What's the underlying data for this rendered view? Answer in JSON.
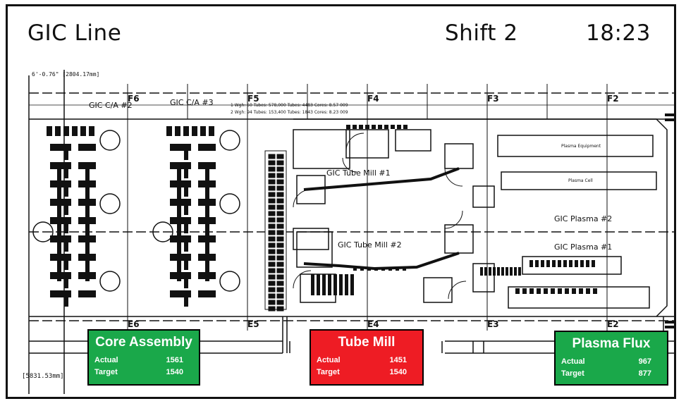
{
  "header": {
    "title": "GIC   Line",
    "shift": "Shift 2",
    "time": "18:23"
  },
  "plan": {
    "dim_top": "6'-0.76\" [2804.17mm]",
    "dim_bottom": "[5831.53mm]",
    "columns_top": [
      "F6",
      "F5",
      "F4",
      "F3",
      "F2"
    ],
    "columns_bottom": [
      "E6",
      "E5",
      "E4",
      "E3",
      "E2"
    ],
    "area_labels": {
      "ca2": "GIC C/A #2",
      "ca3": "GIC C/A #3",
      "tube1": "GIC Tube Mill #1",
      "tube2": "GIC Tube Mill #2",
      "plasma2": "GIC Plasma #2",
      "plasma1": "GIC Plasma #1"
    },
    "notes": {
      "line1": "1 Wgh: 50 Tubes: 578,000 Tubes: 4483 Cores: 8.57 009",
      "line2": "2 Wgh: 94 Tubes: 153,400 Tubes: 1843 Cores: 8.23 009",
      "plasma_equip": "Plasma Equipment",
      "plasma_cell": "Plasma Cell"
    }
  },
  "kpis": [
    {
      "title": "Core Assembly",
      "actual_label": "Actual",
      "actual": "1561",
      "target_label": "Target",
      "target": "1540",
      "status": "ok"
    },
    {
      "title": "Tube Mill",
      "actual_label": "Actual",
      "actual": "1451",
      "target_label": "Target",
      "target": "1540",
      "status": "bad"
    },
    {
      "title": "Plasma Flux",
      "actual_label": "Actual",
      "actual": "967",
      "target_label": "Target",
      "target": "877",
      "status": "ok"
    }
  ],
  "colors": {
    "ok": "#1aa84a",
    "bad": "#ee1c24"
  }
}
